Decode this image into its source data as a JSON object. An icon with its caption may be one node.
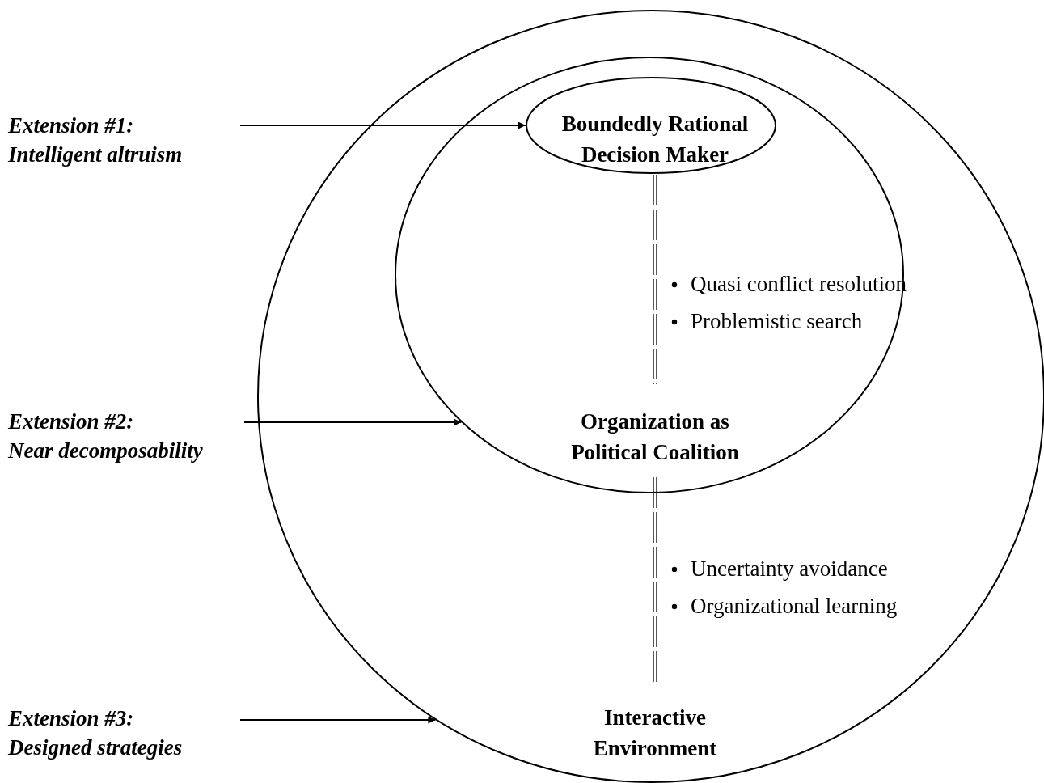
{
  "diagram": {
    "nodes": [
      {
        "text": [
          "Extension #1:",
          "Intelligent altruism"
        ]
      },
      {
        "text": [
          "Interactive Environment"
        ]
      },
      {
        "text": [
          "Organization as Political Coalition"
        ],
        "in": 1
      },
      {
        "text": [
          "Boundedly Rational Decision Maker"
        ],
        "in": 2
      },
      {
        "text": [
          "Extension #2:",
          "Near decomposability"
        ]
      },
      {
        "text": [
          "Extension #3:",
          "Designed strategies"
        ]
      }
    ],
    "edges": [
      {
        "from": 0,
        "to": 3,
        "arrow": "to"
      },
      {
        "from": 4,
        "to": 2,
        "arrow": "to"
      },
      {
        "from": 5,
        "to": 1,
        "arrow": "to"
      }
    ],
    "labels": [
      "Quasi conflict resolution",
      "Problemistic search",
      "Uncertainty avoidance",
      "Organizational learning"
    ]
  }
}
